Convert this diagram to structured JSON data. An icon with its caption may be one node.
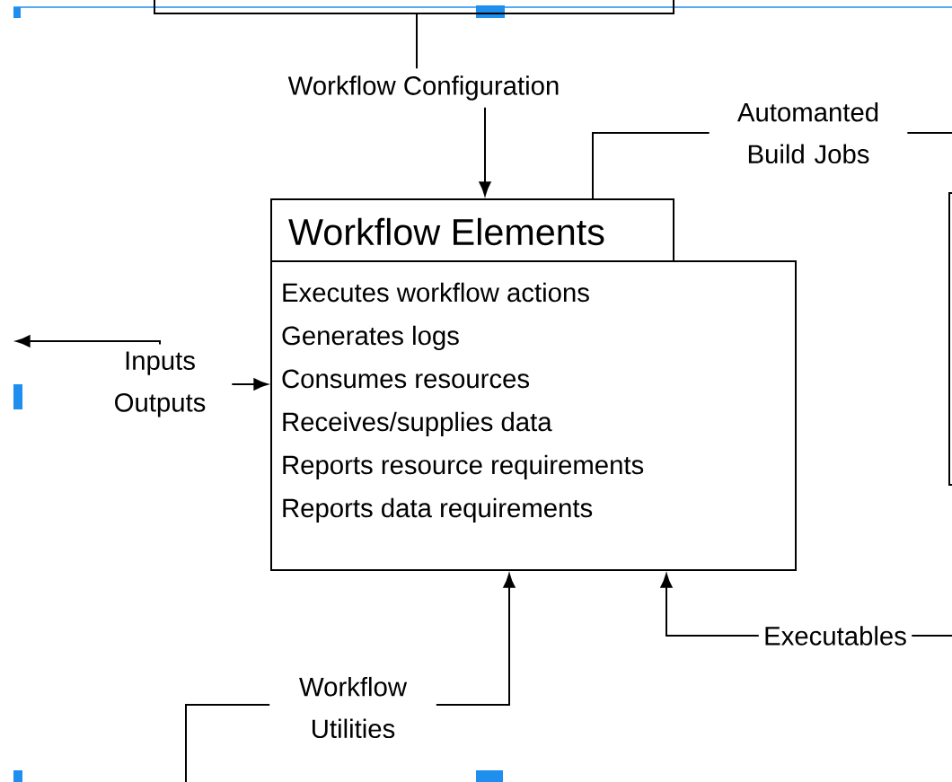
{
  "diagram": {
    "nodes": [
      {
        "text": [],
        "shape": "box"
      },
      {
        "text": [
          "Workflow Elements",
          "Executes workflow actions",
          "Generates logs",
          "Consumes resources",
          "Receives/supplies data",
          "Reports resource requirements",
          "Reports data requirements"
        ]
      },
      {
        "text": [],
        "shape": "box"
      }
    ],
    "edges": [
      {
        "from": 0,
        "to": 1,
        "arrow": "to",
        "label": "Workflow Configuration"
      },
      {
        "from": 1,
        "to": null,
        "arrow": "none",
        "label": "Automanted Build Jobs"
      },
      {
        "from": null,
        "to": 1,
        "arrow": "both",
        "label": "Inputs Outputs"
      },
      {
        "from": null,
        "to": 1,
        "arrow": "to",
        "label": "Workflow Utilities"
      },
      {
        "from": null,
        "to": 1,
        "arrow": "to",
        "label": "Executables"
      }
    ]
  }
}
